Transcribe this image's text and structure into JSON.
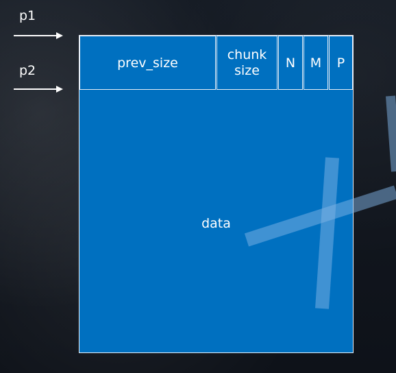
{
  "pointers": [
    {
      "label": "p1"
    },
    {
      "label": "p2"
    }
  ],
  "header_fields": {
    "prev_size": "prev_size",
    "chunk_size": "chunk\nsize",
    "n_flag": "N",
    "m_flag": "M",
    "p_flag": "P"
  },
  "body_label": "data",
  "colors": {
    "chunk_fill": "#0070c0",
    "border": "#e7eef7",
    "text": "#ffffff",
    "watermark": "#7fb3e6"
  }
}
